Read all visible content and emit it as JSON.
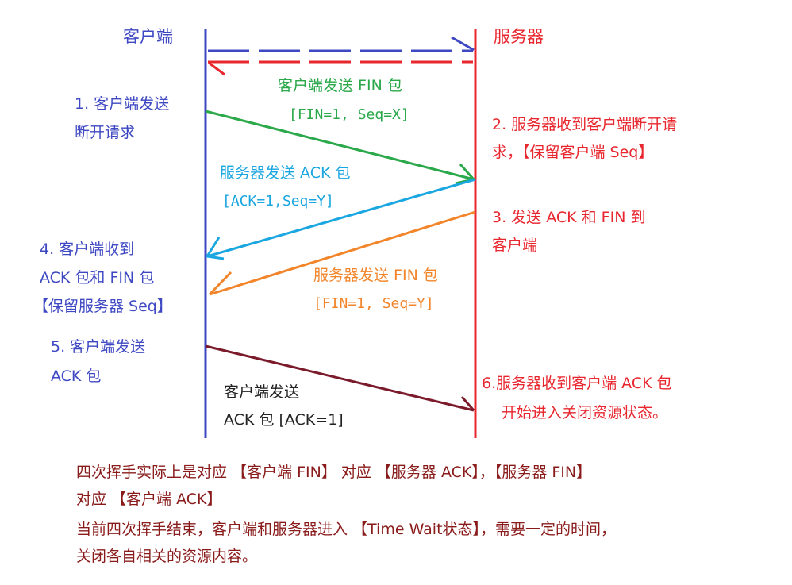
{
  "parties": {
    "client": "客户端",
    "server": "服务器"
  },
  "steps": {
    "s1_l1": "1. 客户端发送",
    "s1_l2": "断开请求",
    "s2_l1": "2. 服务器收到客户端断开请",
    "s2_l2": "求，【保留客户端 Seq】",
    "s3_l1": "3. 发送 ACK 和 FIN 到",
    "s3_l2": "客户端",
    "s4_l1": "4. 客户端收到",
    "s4_l2": "ACK 包和 FIN 包",
    "s4_l3": "【保留服务器 Seq】",
    "s5_l1": "5. 客户端发送",
    "s5_l2": "ACK 包",
    "s6_l1": "6.服务器收到客户端 ACK 包",
    "s6_l2": "开始进入关闭资源状态。"
  },
  "messages": {
    "m1_l1": "客户端发送 FIN 包",
    "m1_l2": "[FIN=1, Seq=X]",
    "m2_l1": "服务器发送 ACK 包",
    "m2_l2": "[ACK=1,Seq=Y]",
    "m3_l1": "服务器发送 FIN 包",
    "m3_l2": "[FIN=1, Seq=Y]",
    "m4_l1": "客户端发送",
    "m4_l2": "ACK 包 [ACK=1]"
  },
  "notes": [
    "四次挥手实际上是对应 【客户端 FIN】 对应 【服务器 ACK】，【服务器 FIN】",
    "对应 【客户端 ACK】",
    "当前四次挥手结束，客户端和服务器进入 【Time Wait状态】，需要一定的时间，",
    "关闭各自相关的资源内容。"
  ],
  "colors": {
    "client_line": "#3e48c2",
    "server_line": "#e8262e",
    "fin_client": "#2aa84a",
    "ack_server": "#1aa6e0",
    "fin_server": "#f2852a",
    "ack_client": "#7a1a2a"
  }
}
